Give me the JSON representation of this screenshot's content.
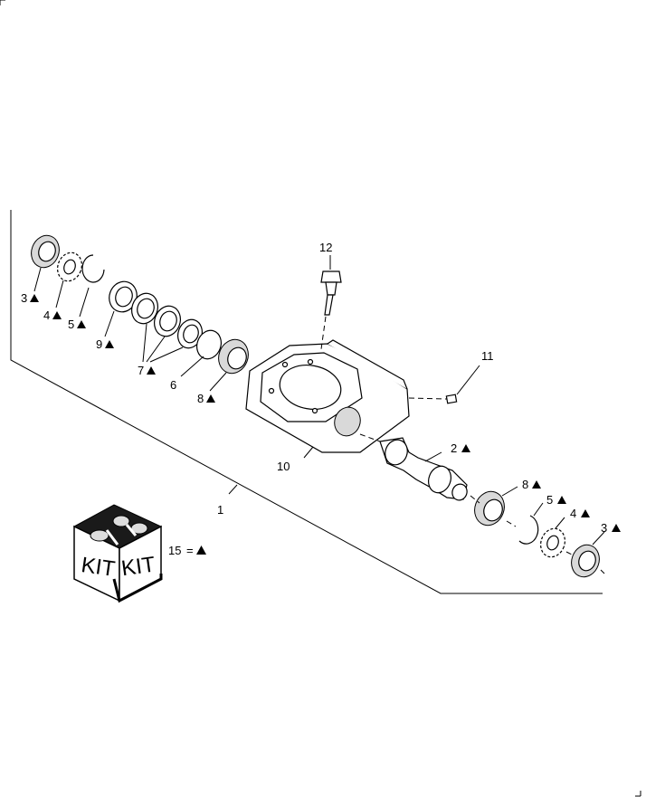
{
  "callouts": [
    {
      "id": "c3a",
      "number": "3",
      "marker": "triangle"
    },
    {
      "id": "c4a",
      "number": "4",
      "marker": "triangle"
    },
    {
      "id": "c5a",
      "number": "5",
      "marker": "triangle"
    },
    {
      "id": "c9",
      "number": "9",
      "marker": "triangle"
    },
    {
      "id": "c7",
      "number": "7",
      "marker": "triangle"
    },
    {
      "id": "c6",
      "number": "6",
      "marker": ""
    },
    {
      "id": "c8a",
      "number": "8",
      "marker": "triangle"
    },
    {
      "id": "c12",
      "number": "12",
      "marker": ""
    },
    {
      "id": "c11",
      "number": "11",
      "marker": ""
    },
    {
      "id": "c10",
      "number": "10",
      "marker": ""
    },
    {
      "id": "c2",
      "number": "2",
      "marker": "triangle"
    },
    {
      "id": "c1",
      "number": "1",
      "marker": ""
    },
    {
      "id": "c8b",
      "number": "8",
      "marker": "triangle"
    },
    {
      "id": "c5b",
      "number": "5",
      "marker": "triangle"
    },
    {
      "id": "c4b",
      "number": "4",
      "marker": "triangle"
    },
    {
      "id": "c3b",
      "number": "3",
      "marker": "triangle"
    }
  ],
  "kit": {
    "box_label_left": "KIT",
    "box_label_right": "KIT",
    "legend_number": "15",
    "legend_equals": "=",
    "legend_marker": "triangle"
  }
}
